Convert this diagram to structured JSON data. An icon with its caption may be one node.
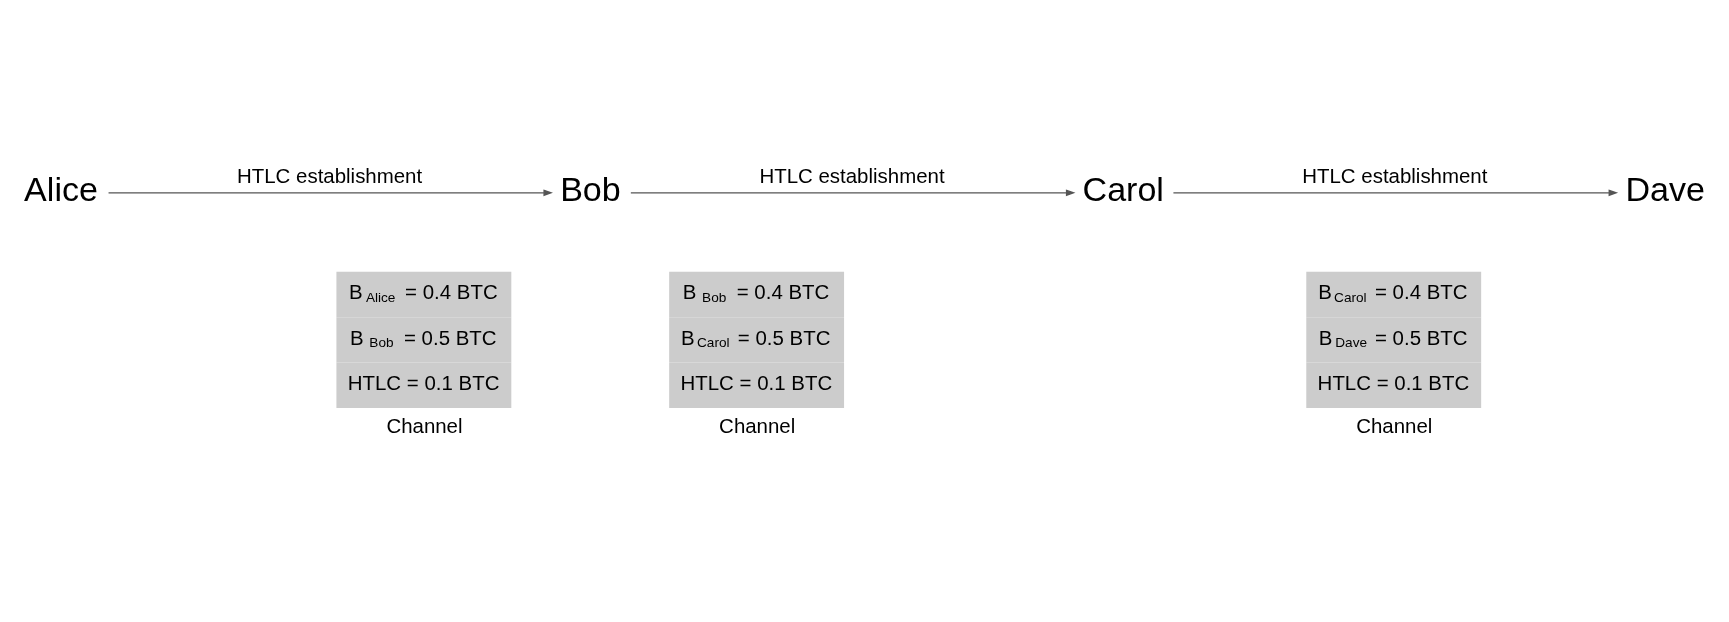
{
  "diagram": {
    "nodes": [
      {
        "text": [
          "Alice"
        ]
      },
      {
        "text": [
          "Bob"
        ]
      },
      {
        "text": [
          "Carol"
        ]
      },
      {
        "text": [
          "Dave"
        ]
      },
      {
        "text": [
          "B$_{Alice}$ = 0.4 BTC",
          "B$_{Bob}$ = 0.5 BTC",
          "HTLC = 0.1 BTC"
        ],
        "beside": [
          "Channel"
        ]
      },
      {
        "text": [
          "B$_{Bob}$ = 0.4 BTC",
          "B$_{Carol}$ = 0.5 BTC",
          "HTLC = 0.1 BTC"
        ],
        "beside": [
          "Channel"
        ]
      },
      {
        "text": [
          "B$_{Carol}$ = 0.4 BTC",
          "B$_{Dave}$ = 0.5 BTC",
          "HTLC = 0.1 BTC"
        ],
        "beside": [
          "Channel"
        ]
      }
    ],
    "edges": [
      {
        "from": 0,
        "to": 1,
        "arrow": "to",
        "label": "HTLC establishment"
      },
      {
        "from": 1,
        "to": 2,
        "arrow": "to",
        "label": "HTLC establishment"
      },
      {
        "from": 2,
        "to": 3,
        "arrow": "to",
        "label": "HTLC establishment"
      }
    ]
  }
}
